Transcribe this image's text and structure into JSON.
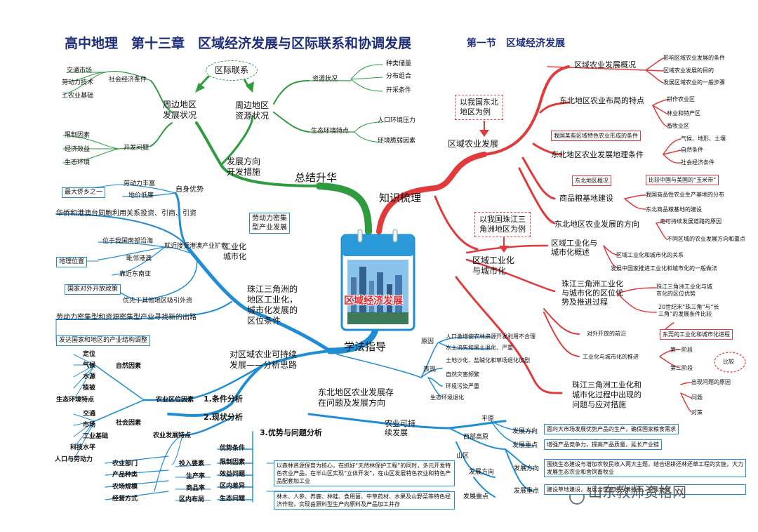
{
  "header": {
    "title": "高中地理　第十三章　区域经济发展与区际联系和协调发展",
    "section": "第一节　区域经济发展"
  },
  "center": {
    "image_title": "区域经济发展"
  },
  "branches": {
    "knowledge": "知识梳理",
    "summary": "总结升华",
    "method": "学法指导"
  },
  "summary": {
    "inter_region": "区际联系",
    "surrounding_status": "周边地区\n发展状况",
    "resource_status": "周边地区\n资源状况",
    "direction": "发展方向\n开发措施",
    "social_econ": "社会经济条件",
    "social_items": [
      "交通市场",
      "劳动力技术",
      "工农业基础"
    ],
    "dev_problems": "开发问题",
    "dev_items": [
      "限制因素",
      "经济效益",
      "生态环境"
    ],
    "resource": "资源状况",
    "resource_items": [
      "种类储量",
      "分布组合",
      "开采条件"
    ],
    "eco": "生态环境特点",
    "eco_items": [
      "人口环境压力",
      "环境脆弱因素"
    ]
  },
  "agri": {
    "example_ne": "以我国东北\n地区为例",
    "agri_dev": "区域农业发展",
    "overview": "区域农业发展概况",
    "overview_items": [
      "影响区域农业发展的条件",
      "区域农业发展的目的",
      "发展区域农业的一般步骤"
    ],
    "layout": "东北地区农业布局的特点",
    "layout_items": [
      "耕作农业区",
      "林业和特产区",
      "畜牧业区"
    ],
    "feature_box": "我国某些区域特色农业形成的条件",
    "geo_cond": "东北地区农业发展地理条件",
    "geo_items": [
      "气候、地形、土壤",
      "自然条件",
      "社会经济条件"
    ],
    "ne_overview": "东北地区概况",
    "compare": "比较中国与美国的“玉米带”",
    "grain": "商品粮基地建设",
    "grain_items": [
      "我国商品性农业生产基地的分布",
      "东北商品粮基地的建设"
    ],
    "direction": "东北地区农业发展的方向",
    "direction_items": [
      "走可持续发展道路的原因",
      "不同区域的农业发展方向和重点"
    ]
  },
  "industry": {
    "example_prd": "以我国珠江三\n角洲地区为例",
    "ind_urban": "区域工业化\n与城市化",
    "concept": "区域工业化与\n城市化概述",
    "concept_items": [
      "区域工业化和城市化的关系",
      "发展中国家推进工业化和城市化的一般做法"
    ],
    "location": "珠江三角洲工业化\n与城市化的区位优\n势及推进过程",
    "location_items": [
      "珠江三角洲工业化与城\n市化的区位优势",
      "20世纪末“珠三角”与“长\n三角”的发展条件比较"
    ],
    "frontier": "对外开放的前沿",
    "dongguan": "东莞的工业化和城市化进程",
    "promote": "工业化与城市化的推进",
    "stage1": "第一阶段",
    "stage2": "第二阶段",
    "compare": "比较",
    "problems": "珠江三角洲工业化和\n城市化过程中出现的\n问题与应对措施",
    "problem_items": [
      "出现问题的原因",
      "问题",
      "对策"
    ]
  },
  "prd": {
    "own_adv": "自身优势",
    "labor": "劳动力丰富",
    "land": "地价低廉",
    "hometown": "最大侨乡之一",
    "overseas": "华侨和港澳台同胞利用关系投资、引商、引资",
    "labor_box": "劳动力密集\n型产业发展",
    "ind_city": "工业化\n城市化",
    "hk_expand": "就近接受港澳产业扩散",
    "location": "地理位置",
    "location_items": [
      "位于我国南部沿海",
      "毗邻港澳",
      "靠近东南亚"
    ],
    "policy_box": "国家对外开放政策",
    "priority": "优先于其他地区吸引外资",
    "conditions": "珠江三角洲的\n地区工业化，\n城市化发展的\n区位条件",
    "transfer": "劳动力密集型和资源密集型产业寻找新的出路",
    "adjust_box": "发达国家和地区的产业结构调整"
  },
  "method": {
    "sustainable": "对区域农业可持续\n发展——分析思路",
    "cond_analysis": "1.条件分析",
    "status_analysis": "2.现状分析",
    "adv_analysis": "3.优势与问题分析",
    "agri_factors": "农业区位因素",
    "natural": "自然因素",
    "natural_items": [
      "定位",
      "气候",
      "水源",
      "植被",
      "生态环境特点"
    ],
    "social": "社会因素",
    "social_items": [
      "交通",
      "市场",
      "工业基础",
      "科技水平",
      "人口与劳动力"
    ],
    "agri_features": "农业发展特点",
    "left_col": [
      "农业部门",
      "产品种类",
      "农场规模",
      "经营方式"
    ],
    "mid_col": [
      "投入要素",
      "生产率",
      "商品率",
      "区内布局"
    ],
    "adv_col": [
      "优势条件",
      "限制因素",
      "效益问题",
      "区内差异",
      "生态问题"
    ],
    "ne_problems": "东北地区农业发展存\n在问题及发展方向",
    "reason": "原因",
    "reason_items": [
      "人口激增使农林资源开发利用不合理",
      "水土流失和黑土退化、严重"
    ],
    "symptom": "表现",
    "symptom_items": [
      "土地沙化、盐碱化和草场退化加剧",
      "自然灾害频繁",
      "环境污染严重",
      "生态环境退化"
    ],
    "agri_sustain": "农业可持\n续发展",
    "plain": "平原",
    "plain_dir": "发展方向",
    "plain_dir_text": "面向大市场发展优势产品的生产，确保国家粮食需求",
    "plain_focus": "发展重点",
    "plain_focus_text": "增强产品竞争力，提高产品质量，延长产业链",
    "west": "西部高原",
    "west_dir": "发展方向",
    "west_dir_text": "围绕生态建设与增加农牧民收入两大主题，结合退耕还林还草工程的实施，大力发展生态农业和舍饲畜牧业",
    "west_focus": "发展重点",
    "west_focus_text": "建设草地建设，发展舍饲畜牧、养殖业，积极发展",
    "mountain": "山区",
    "mt_dir": "发展方向",
    "mt_dir_text": "以森林资源保育为核心，在抓好“天然林保护工程”的同时，多元开发特色农业产品，在半山区实现“立体开发”，在山区发展特色农业和特色产品配套加工业",
    "mt_focus": "发展重点",
    "mt_focus_text": "林木、人参、养鹿、林蛙、食用菌、中草药材、水果及山野菜等特色经济作物，实现由原料型生产向原料及产品加工并存"
  },
  "watermark": "山东教师资格网",
  "colors": {
    "summary": "#2e9b3f",
    "knowledge": "#e03a3a",
    "method": "#1f8dd6",
    "title": "#1e2d7a"
  }
}
